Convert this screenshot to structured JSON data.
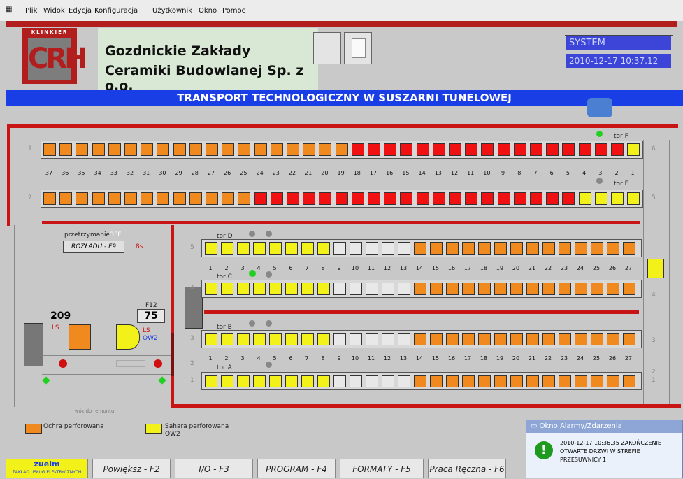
{
  "menu": {
    "items": [
      "Plik",
      "Widok",
      "Edycja",
      "Konfiguracja",
      "Użytkownik",
      "Okno",
      "Pomoc"
    ]
  },
  "header": {
    "logo_text": "KLINKIER",
    "logo_mark": "CRH",
    "company_line1": "Gozdnickie Zakłady",
    "company_line2": "Ceramiki Budowlanej Sp. z o.o.",
    "system_label": "SYSTEM",
    "datetime": "2010-12-17 10:37.12"
  },
  "title": "TRANSPORT TECHNOLOGICZNY W SUSZARNI TUNELOWEJ",
  "upper": {
    "tor_f": "tor F",
    "tor_e": "tor E",
    "numbers": [
      "37",
      "36",
      "35",
      "34",
      "33",
      "32",
      "31",
      "30",
      "29",
      "28",
      "27",
      "26",
      "25",
      "24",
      "23",
      "22",
      "21",
      "20",
      "19",
      "18",
      "17",
      "16",
      "15",
      "14",
      "13",
      "12",
      "11",
      "10",
      "9",
      "8",
      "7",
      "6",
      "5",
      "4",
      "3",
      "2",
      "1"
    ],
    "row_labels": [
      "1",
      "2",
      "6",
      "5"
    ]
  },
  "lower": {
    "tor_d": "tor D",
    "tor_c": "tor C",
    "tor_b": "tor B",
    "tor_a": "tor A",
    "numbers": [
      "1",
      "2",
      "3",
      "4",
      "5",
      "6",
      "7",
      "8",
      "9",
      "10",
      "11",
      "12",
      "13",
      "14",
      "15",
      "16",
      "17",
      "18",
      "19",
      "20",
      "21",
      "22",
      "23",
      "24",
      "25",
      "26",
      "27"
    ],
    "row_labels": [
      "5",
      "4",
      "3",
      "2",
      "1"
    ],
    "right_labels": [
      "4",
      "3",
      "2",
      "1"
    ]
  },
  "control": {
    "przetrzymanie": "przetrzymanie",
    "off": "OFF",
    "rozladu": "ROZŁADU - F9",
    "seconds": "8s",
    "counter_left": "209",
    "f12": "F12",
    "counter_right": "75",
    "ls_left": "LS",
    "ls_right": "LS",
    "ow2": "OW2",
    "footer_text": "wóz do remontu"
  },
  "legend": {
    "ochra": "Ochra perforowana",
    "sahara": "Sahara perforowana",
    "sahara_sub": "OW2"
  },
  "bottom": {
    "zueim": "zueim",
    "zueim_sub": "ZAKŁAD USŁUG ELEKTRYCZNYCH",
    "buttons": [
      "Powiększ - F2",
      "I/O - F3",
      "PROGRAM - F4",
      "FORMATY - F5",
      "Praca Ręczna - F6"
    ]
  },
  "alarm": {
    "title": "Okno Alarmy/Zdarzenia",
    "line1": "2010-12-17 10:36.35  ZAKOŃCZENIE",
    "line2": "OTWARTE DRZWI W STREFIE",
    "line3": "PRZESUWNICY 1"
  },
  "colors": {
    "ochra": "#f08a1f",
    "red": "#f01212",
    "sahara": "#f2f21a",
    "title_blue": "#1a3ee6",
    "system_blue": "#3c45d8"
  }
}
